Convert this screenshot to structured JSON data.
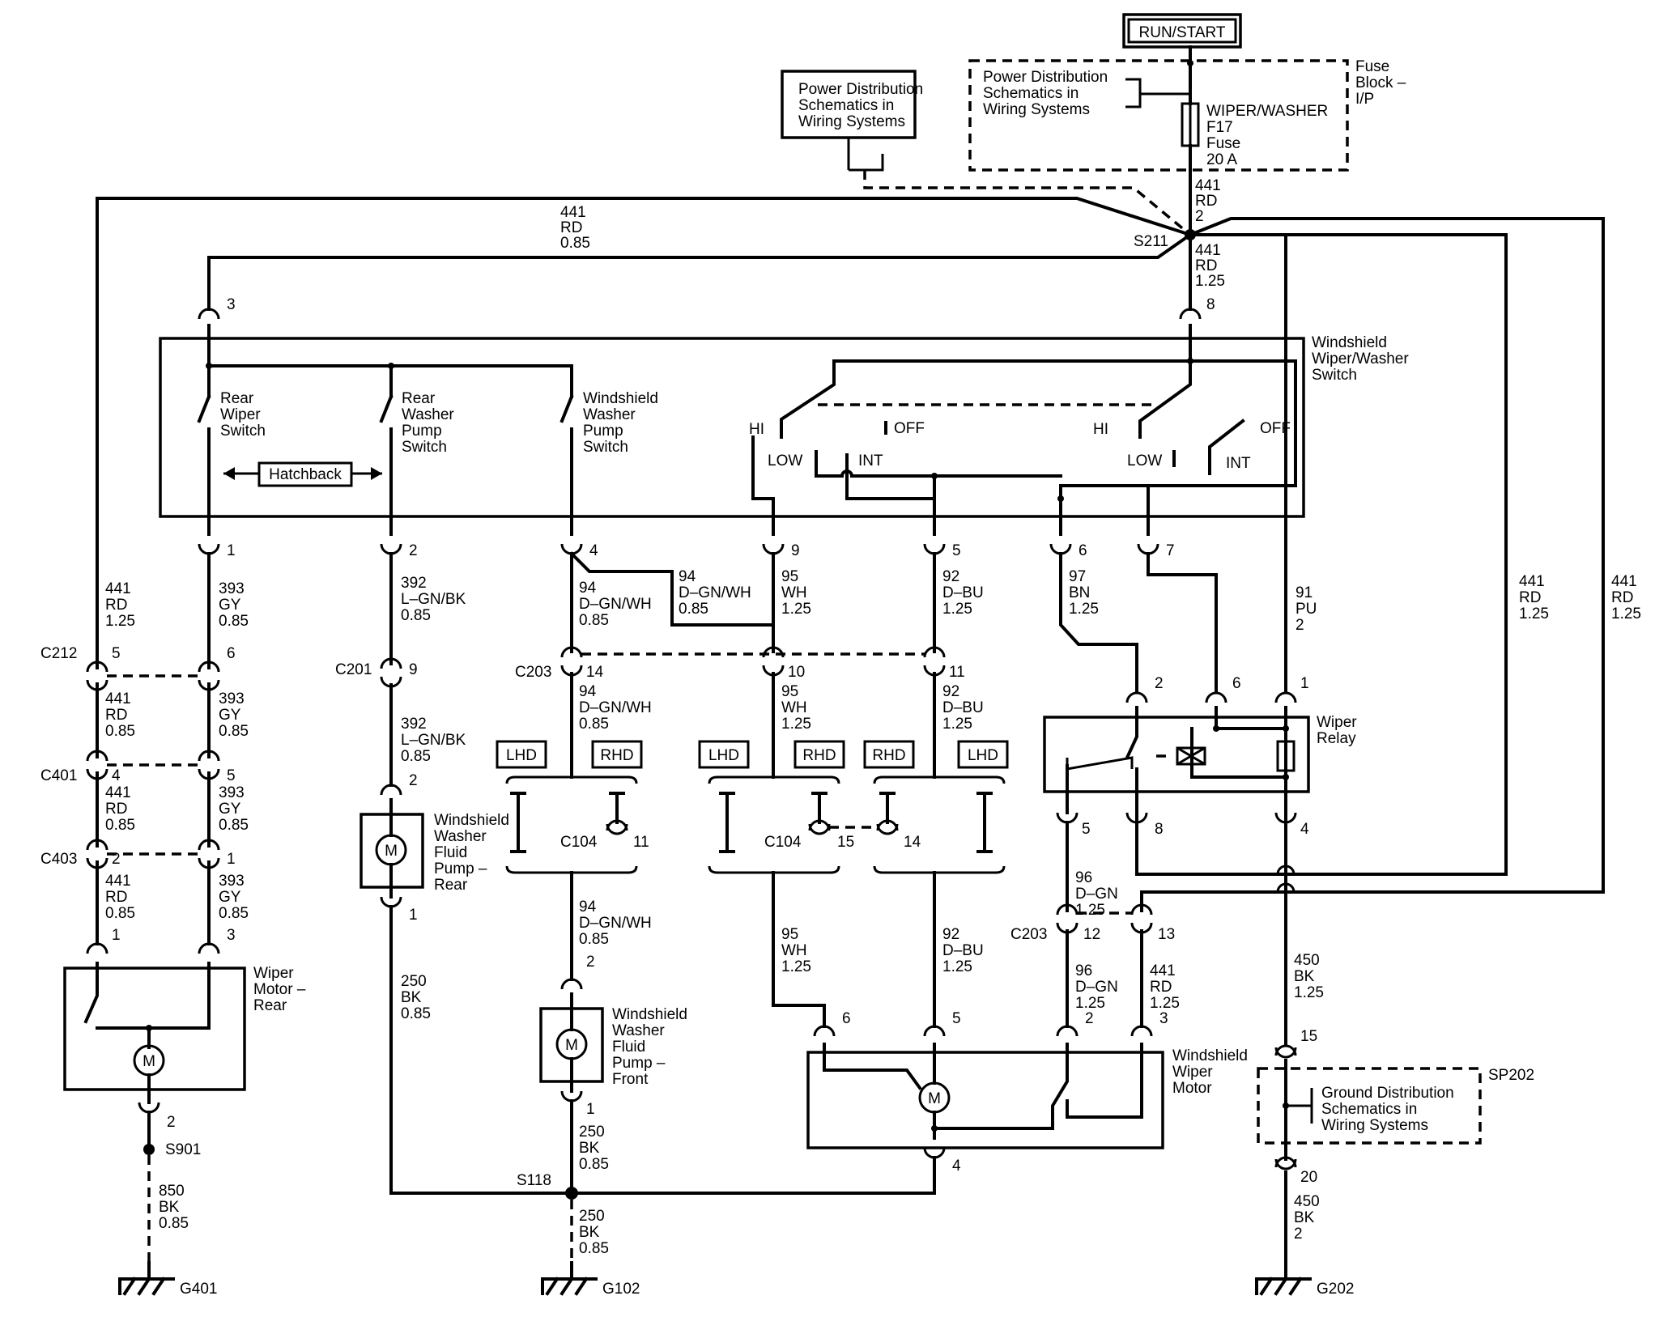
{
  "run_start": "RUN/START",
  "fuse_block": {
    "line1": "Fuse",
    "line2": "Block –",
    "line3": "I/P"
  },
  "power_dist": {
    "line1": "Power Distribution",
    "line2": "Schematics in",
    "line3": "Wiring Systems"
  },
  "fuse": {
    "name": "WIPER/WASHER",
    "id": "F17",
    "line3": "Fuse",
    "rating": "20 A"
  },
  "splices": {
    "s211": "S211",
    "s901": "S901",
    "s118": "S118",
    "sp202": "SP202"
  },
  "grounds": {
    "g401": "G401",
    "g102": "G102",
    "g202": "G202"
  },
  "connectors": {
    "c212": "C212",
    "c401": "C401",
    "c403": "C403",
    "c201": "C201",
    "c203": "C203",
    "c104": "C104"
  },
  "harness": {
    "hatchback": "Hatchback",
    "lhd": "LHD",
    "rhd": "RHD"
  },
  "wire": {
    "c441": "441",
    "rd": "RD",
    "g085": "0.85",
    "g125": "1.25",
    "g2": "2",
    "c393": "393",
    "gy": "GY",
    "c392": "392",
    "lgnbk": "L–GN/BK",
    "c94": "94",
    "dgnwh": "D–GN/WH",
    "c95": "95",
    "wh": "WH",
    "c92": "92",
    "dbu": "D–BU",
    "c97": "97",
    "bn": "BN",
    "c91": "91",
    "pu": "PU",
    "c96": "96",
    "dgn": "D–GN",
    "c250": "250",
    "c850": "850",
    "c450": "450",
    "bk": "BK"
  },
  "pins": {
    "p1": "1",
    "p2": "2",
    "p3": "3",
    "p4": "4",
    "p5": "5",
    "p6": "6",
    "p7": "7",
    "p8": "8",
    "p9": "9",
    "p10": "10",
    "p11": "11",
    "p12": "12",
    "p13": "13",
    "p14": "14",
    "p15": "15",
    "p20": "20"
  },
  "switch": {
    "title1": "Windshield",
    "title2": "Wiper/Washer",
    "title3": "Switch",
    "rear_wiper1": "Rear",
    "rear_wiper2": "Wiper",
    "rear_wiper3": "Switch",
    "rear_washer1": "Rear",
    "rear_washer2": "Washer",
    "rear_washer3": "Pump",
    "rear_washer4": "Switch",
    "ws_washer1": "Windshield",
    "ws_washer2": "Washer",
    "ws_washer3": "Pump",
    "ws_washer4": "Switch",
    "hi": "HI",
    "off": "OFF",
    "low": "LOW",
    "int": "INT"
  },
  "relay": {
    "line1": "Wiper",
    "line2": "Relay"
  },
  "rear_motor": {
    "line1": "Wiper",
    "line2": "Motor –",
    "line3": "Rear"
  },
  "ws_motor": {
    "line1": "Windshield",
    "line2": "Wiper",
    "line3": "Motor"
  },
  "rear_pump": {
    "line1": "Windshield",
    "line2": "Washer",
    "line3": "Fluid",
    "line4": "Pump –",
    "line5": "Rear"
  },
  "front_pump": {
    "line1": "Windshield",
    "line2": "Washer",
    "line3": "Fluid",
    "line4": "Pump –",
    "line5": "Front"
  },
  "ground_dist": {
    "line1": "Ground Distribution",
    "line2": "Schematics in",
    "line3": "Wiring Systems"
  },
  "motor_symbol": "M"
}
